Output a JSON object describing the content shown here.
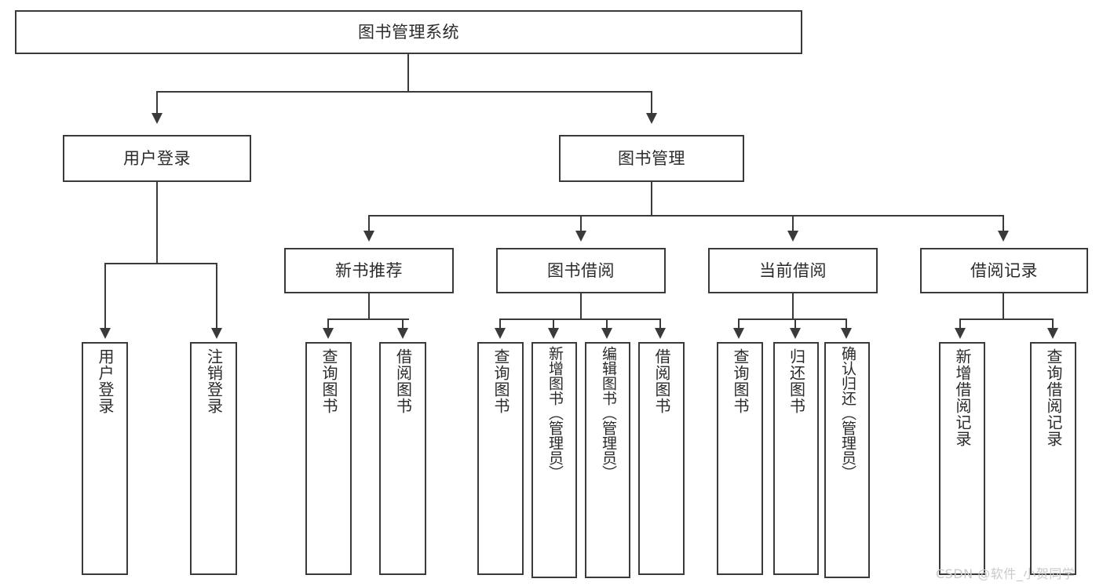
{
  "diagram": {
    "title": "图书管理系统",
    "type": "tree-hierarchy-chart",
    "root": {
      "label": "图书管理系统"
    },
    "level2": [
      {
        "label": "用户登录"
      },
      {
        "label": "图书管理"
      }
    ],
    "level3": [
      {
        "label": "新书推荐"
      },
      {
        "label": "图书借阅"
      },
      {
        "label": "当前借阅"
      },
      {
        "label": "借阅记录"
      }
    ],
    "leaves": {
      "user_login": [
        {
          "label": "用户登录"
        },
        {
          "label": "注销登录"
        }
      ],
      "new_book_recommend": [
        {
          "label": "查询图书"
        },
        {
          "label": "借阅图书"
        }
      ],
      "book_borrow": [
        {
          "label": "查询图书"
        },
        {
          "label": "新增图书（管理员）"
        },
        {
          "label": "编辑图书（管理员）"
        },
        {
          "label": "借阅图书"
        }
      ],
      "current_borrow": [
        {
          "label": "查询图书"
        },
        {
          "label": "归还图书"
        },
        {
          "label": "确认归还（管理员）"
        }
      ],
      "borrow_record": [
        {
          "label": "新增借阅记录"
        },
        {
          "label": "查询借阅记录"
        }
      ]
    }
  },
  "watermark": {
    "text": "CSDN @软件_小贺同学"
  },
  "colors": {
    "stroke": "#3a3a3a",
    "background": "#ffffff",
    "text": "#2b2b2b",
    "watermark": "#c9c9c9"
  }
}
